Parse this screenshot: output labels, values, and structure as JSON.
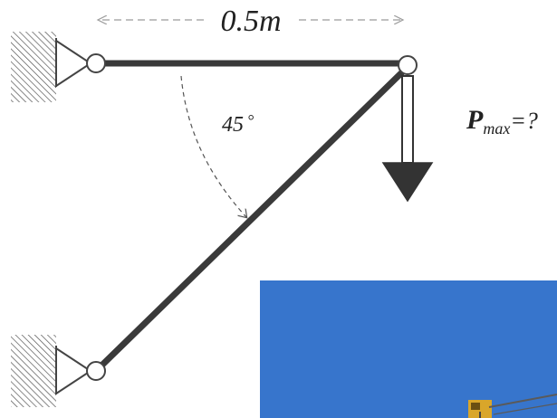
{
  "diagram": {
    "span_label": "0.5m",
    "angle_label": "45",
    "angle_unit": "°",
    "load_label": {
      "symbol": "P",
      "subscript": "max",
      "suffix": "=?"
    }
  },
  "photo": {
    "sky_color": "#3d7ad0",
    "crane_color": "#d9a62a"
  },
  "colors": {
    "member": "#3a3a3a",
    "support": "#444444",
    "hatch": "#555555",
    "arrow": "#333333",
    "dimension": "#9a9a9a"
  }
}
